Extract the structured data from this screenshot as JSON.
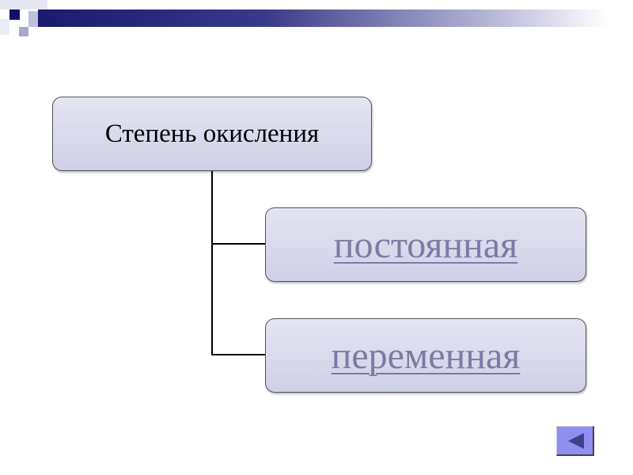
{
  "diagram": {
    "root": "Степень окисления",
    "children": [
      {
        "label": "постоянная"
      },
      {
        "label": "переменная"
      }
    ]
  },
  "navigation": {
    "back_icon": "triangle-left-icon"
  },
  "colors": {
    "box_fill": "#d8d8ec",
    "link_text": "#7b7ba5",
    "button": "#8f8ff0",
    "title_bar": "#1a1a6e"
  }
}
